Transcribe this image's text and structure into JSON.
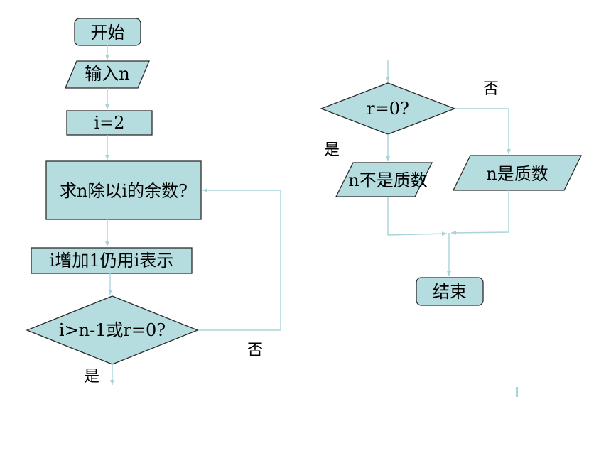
{
  "flowchart": {
    "left": {
      "start": "开始",
      "input": "输入n",
      "init": "i=2",
      "compute": "求n除以i的余数?",
      "increment": "i增加1仍用i表示",
      "condition": "i>n-1或r=0?",
      "yes_label": "是",
      "no_label": "否"
    },
    "right": {
      "condition": "r=0?",
      "yes_label": "是",
      "no_label": "否",
      "not_prime": "n不是质数",
      "prime": "n是质数",
      "end": "结束"
    }
  },
  "colors": {
    "node_fill": "#b5dde0",
    "connector": "#a9d4dc",
    "outline": "#2b2b2b"
  }
}
